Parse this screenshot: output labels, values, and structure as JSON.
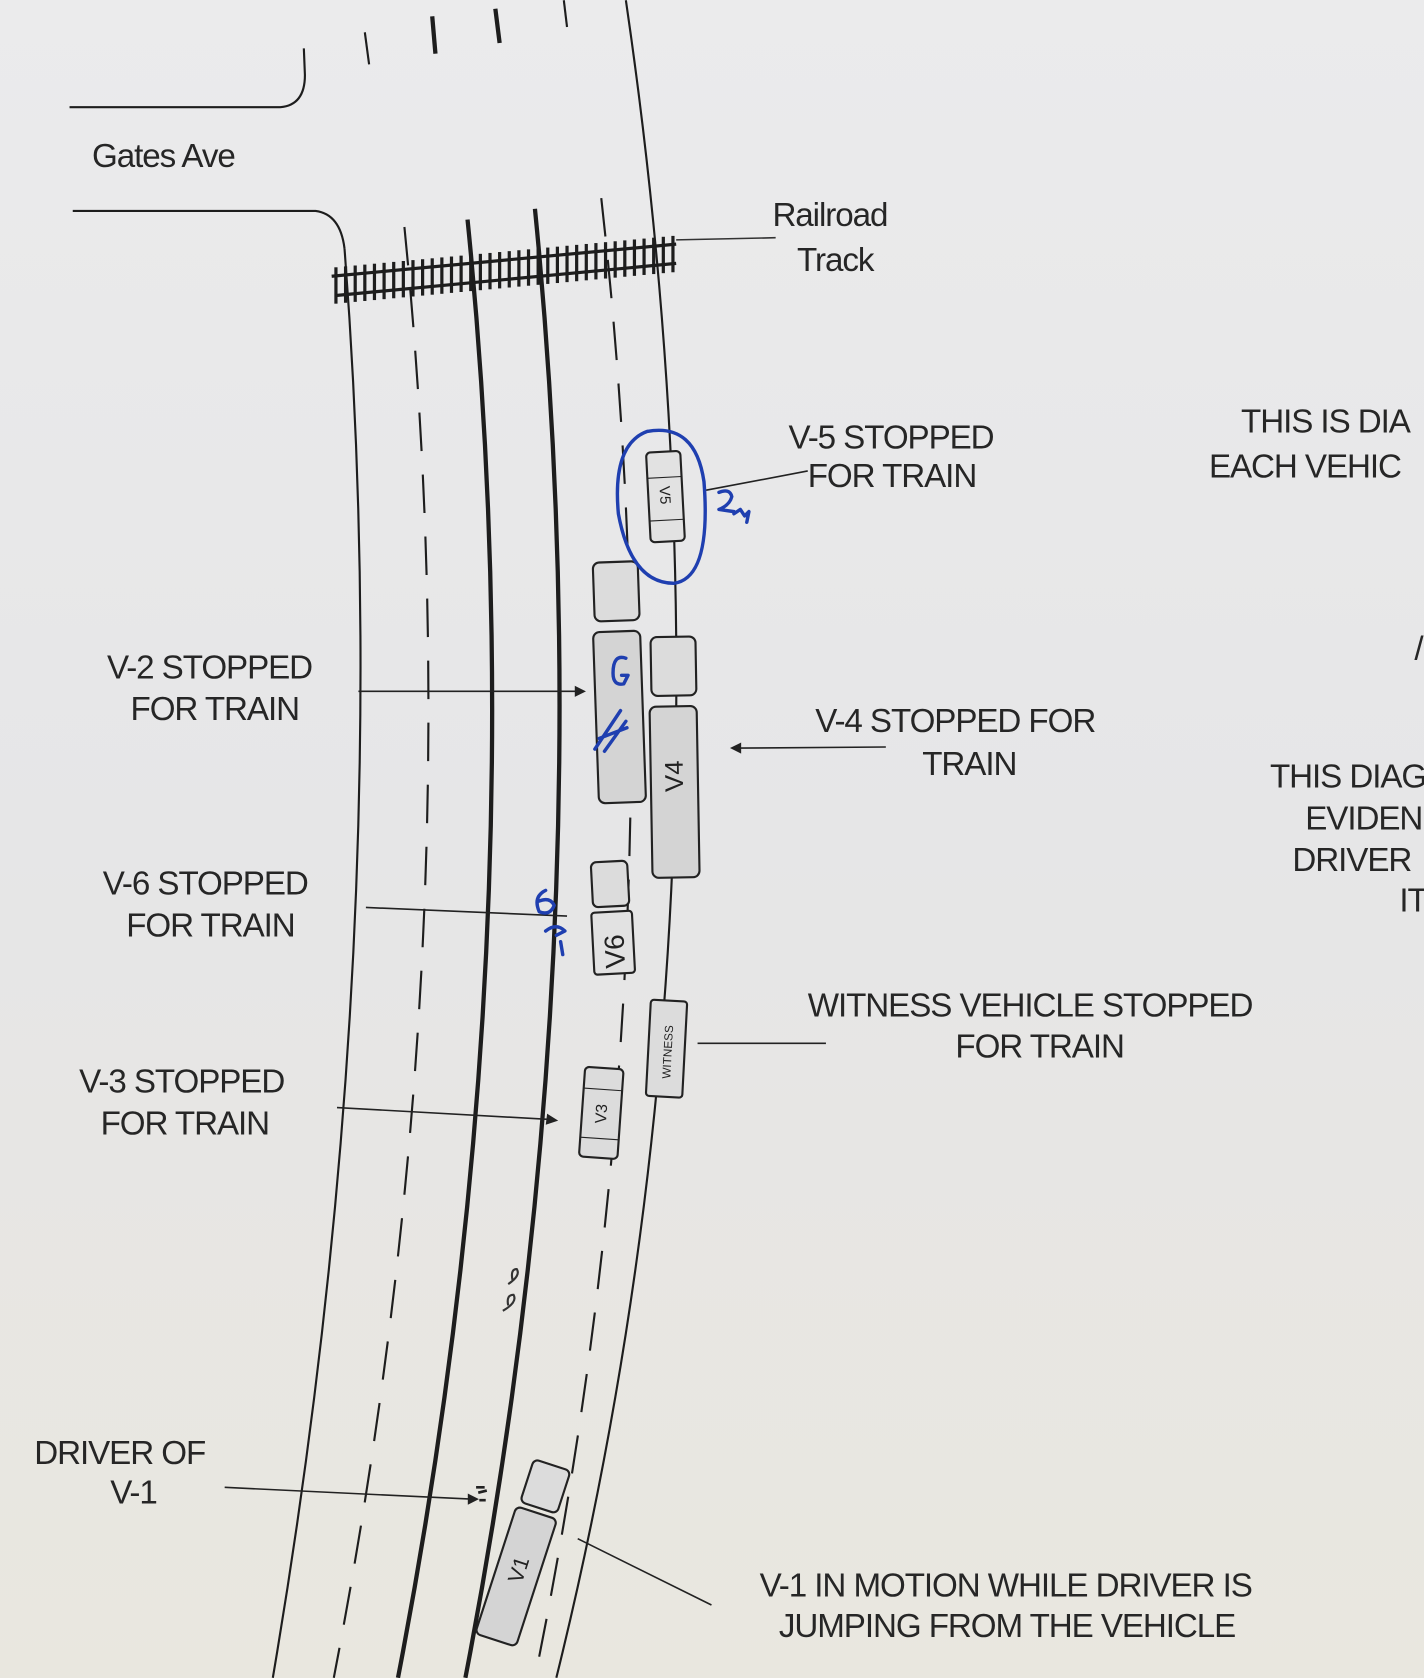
{
  "street": {
    "name": "Gates Ave"
  },
  "railroad": {
    "label_line1": "Railroad",
    "label_line2": "Track"
  },
  "vehicles": [
    {
      "id": "V5",
      "tag": "V5",
      "label_line1": "V-5 STOPPED",
      "label_line2": "FOR TRAIN",
      "handwritten": "2nd"
    },
    {
      "id": "V2",
      "tag": "",
      "label_line1": "V-2 STOPPED",
      "label_line2": "FOR TRAIN",
      "handwritten": "G"
    },
    {
      "id": "V4",
      "tag": "V4",
      "label_line1": "V-4 STOPPED FOR",
      "label_line2": "TRAIN"
    },
    {
      "id": "V6",
      "tag": "V6",
      "label_line1": "V-6 STOPPED",
      "label_line2": "FOR TRAIN",
      "handwritten": "6th"
    },
    {
      "id": "WITNESS",
      "tag": "WITNESS",
      "label_line1": "WITNESS VEHICLE STOPPED",
      "label_line2": "FOR TRAIN"
    },
    {
      "id": "V3",
      "tag": "V3",
      "label_line1": "V-3 STOPPED",
      "label_line2": "FOR TRAIN"
    },
    {
      "id": "V1",
      "tag": "V1",
      "label_line1": "V-1 IN MOTION WHILE DRIVER IS",
      "label_line2": "JUMPING FROM THE VEHICLE"
    }
  ],
  "driver": {
    "label_line1": "DRIVER OF",
    "label_line2": "V-1"
  },
  "notes_cut_off": {
    "note1": [
      "THIS IS DIA",
      "EACH VEHIC"
    ],
    "note2": [
      "THIS DIAG",
      "EVIDEN",
      "DRIVER",
      "IT"
    ]
  },
  "colors": {
    "paper": "#e9e9e9",
    "ink": "#262626",
    "pen": "#1f3fb0"
  }
}
